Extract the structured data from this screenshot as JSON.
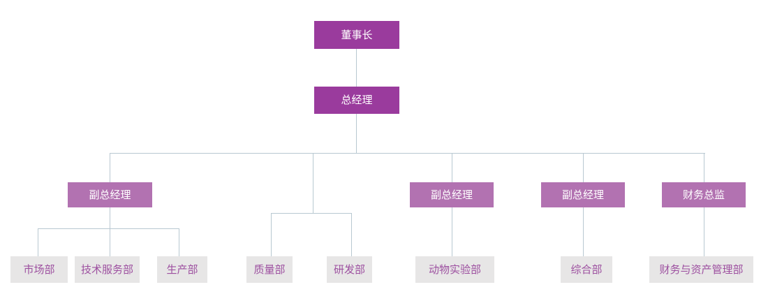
{
  "colors": {
    "executive_box": "#9A3B9D",
    "manager_box": "#B272B1",
    "department_box": "#E7E6E6",
    "department_text": "#9D50A0",
    "connector_line": "#B8C8D1",
    "executive_text": "#FFFFFF"
  },
  "org_chart": {
    "type": "org-tree",
    "root": {
      "label": "董事长"
    },
    "general_manager": {
      "label": "总经理"
    },
    "managers": [
      {
        "label": "副总经理",
        "children": [
          "市场部",
          "技术服务部",
          "生产部"
        ]
      },
      {
        "label": "副总经理",
        "children": [
          "动物实验部"
        ]
      },
      {
        "label": "副总经理",
        "children": [
          "综合部"
        ]
      },
      {
        "label": "财务总监",
        "children": [
          "财务与资产管理部"
        ]
      }
    ],
    "unassigned_branch_children": [
      "质量部",
      "研发部"
    ],
    "departments": [
      {
        "label": "市场部"
      },
      {
        "label": "技术服务部"
      },
      {
        "label": "生产部"
      },
      {
        "label": "质量部"
      },
      {
        "label": "研发部"
      },
      {
        "label": "动物实验部"
      },
      {
        "label": "综合部"
      },
      {
        "label": "财务与资产管理部"
      }
    ]
  }
}
